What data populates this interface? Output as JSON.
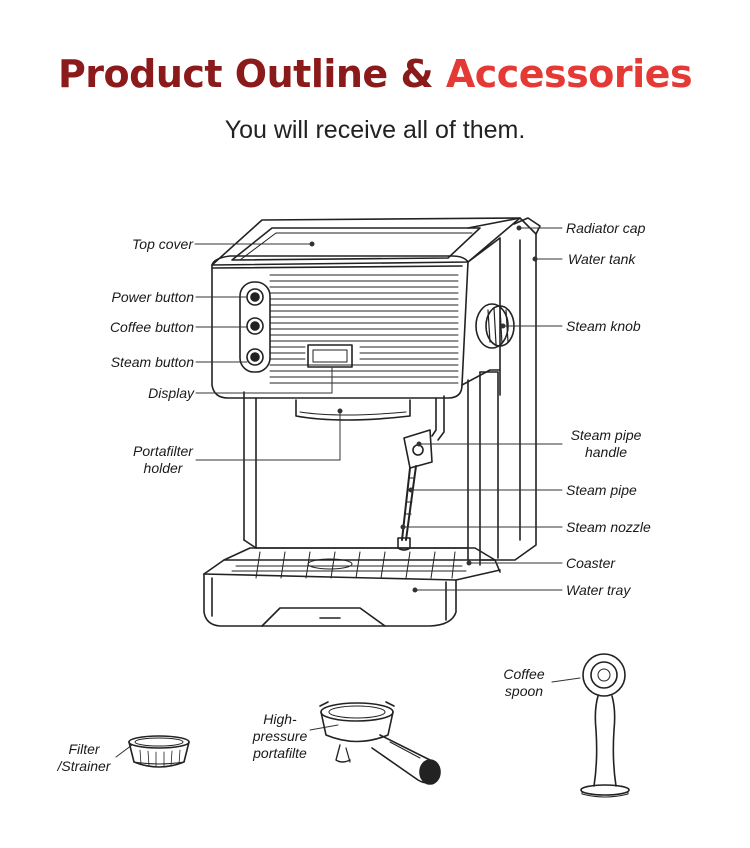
{
  "header": {
    "title_part1": "Product Outline",
    "title_part2": "&",
    "title_part3": "Accessories",
    "subtitle": "You will receive all of them."
  },
  "colors": {
    "title_dark": "#8b1a1a",
    "title_red": "#e53935",
    "line": "#222222"
  },
  "callouts": {
    "top_cover": "Top cover",
    "power_button": "Power button",
    "coffee_button": "Coffee button",
    "steam_button": "Steam button",
    "display": "Display",
    "portafilter_holder_l1": "Portafilter",
    "portafilter_holder_l2": "holder",
    "radiator_cap": "Radiator cap",
    "water_tank": "Water tank",
    "steam_knob": "Steam knob",
    "steam_pipe_handle_l1": "Steam pipe",
    "steam_pipe_handle_l2": "handle",
    "steam_pipe": "Steam pipe",
    "steam_nozzle": "Steam nozzle",
    "coaster": "Coaster",
    "water_tray": "Water tray"
  },
  "accessories": {
    "filter_l1": "Filter",
    "filter_l2": "/Strainer",
    "portafilter_l1": "High-",
    "portafilter_l2": "pressure",
    "portafilter_l3": "portafilte",
    "spoon_l1": "Coffee",
    "spoon_l2": "spoon"
  }
}
